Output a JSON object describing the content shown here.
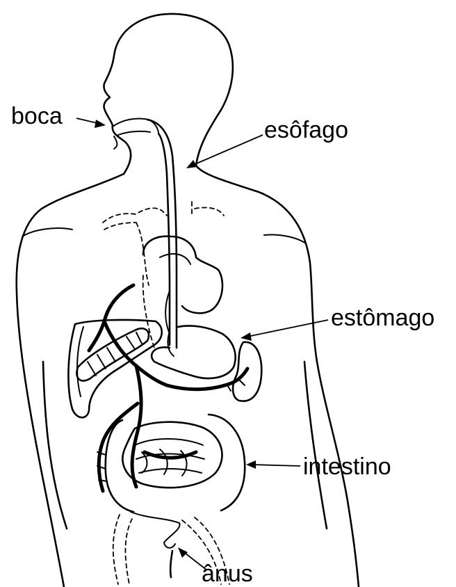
{
  "labels": {
    "boca": "boca",
    "esofago": "esôfago",
    "estomago": "estômago",
    "intestino": "intestino",
    "anus": "ânus"
  }
}
